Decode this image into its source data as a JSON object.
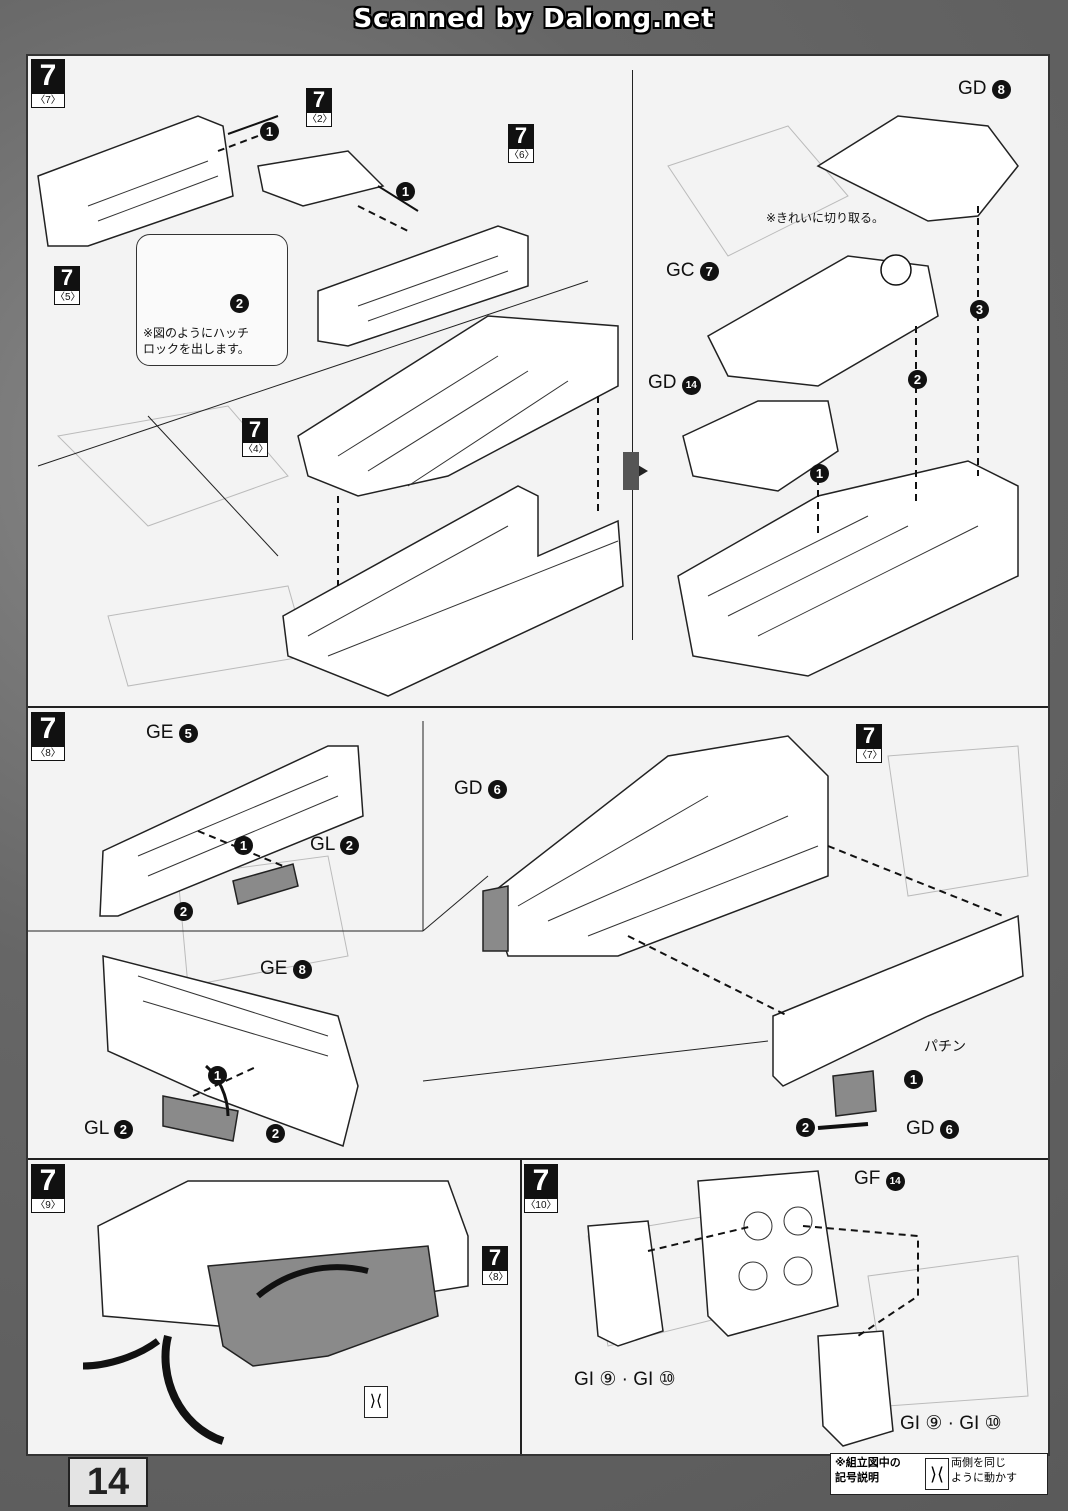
{
  "header": {
    "title": "Scanned by Dalong.net"
  },
  "page": {
    "number": "14"
  },
  "steps": [
    {
      "num": "7",
      "sub": "〈7〉"
    },
    {
      "num": "7",
      "sub": "〈2〉"
    },
    {
      "num": "7",
      "sub": "〈6〉"
    },
    {
      "num": "7",
      "sub": "〈5〉"
    },
    {
      "num": "7",
      "sub": "〈4〉"
    },
    {
      "num": "7",
      "sub": "〈8〉"
    },
    {
      "num": "7",
      "sub": "〈7〉"
    },
    {
      "num": "7",
      "sub": "〈9〉"
    },
    {
      "num": "7",
      "sub": "〈8〉"
    },
    {
      "num": "7",
      "sub": "〈10〉"
    }
  ],
  "labels": {
    "gd8": "GD",
    "gc7": "GC",
    "gd14": "GD",
    "ge5": "GE",
    "gl2a": "GL",
    "gd6a": "GD",
    "ge8": "GE",
    "gl2b": "GL",
    "gd6b": "GD",
    "gf14": "GF",
    "gi_left": "GI ⑨ · GI ⑩",
    "gi_right": "GI ⑨ · GI ⑩",
    "pachin": "パチン"
  },
  "part_numbers": {
    "gd8": "8",
    "gc7": "7",
    "gd14": "14",
    "ge5": "5",
    "gl2a": "2",
    "gd6a": "6",
    "ge8": "8",
    "gl2b": "2",
    "gd6b": "6",
    "gf14": "14"
  },
  "notes": {
    "hatch": "※図のようにハッチ\nロックを出します。",
    "cut": "※きれいに切り取る。"
  },
  "legend": {
    "caption": "※組立図中の\n記号説明",
    "icon": "⟩⟨",
    "desc": "両側を同じ\nように動かす"
  },
  "move_icon": "⟩⟨",
  "arrows": [
    "1",
    "2",
    "3"
  ]
}
